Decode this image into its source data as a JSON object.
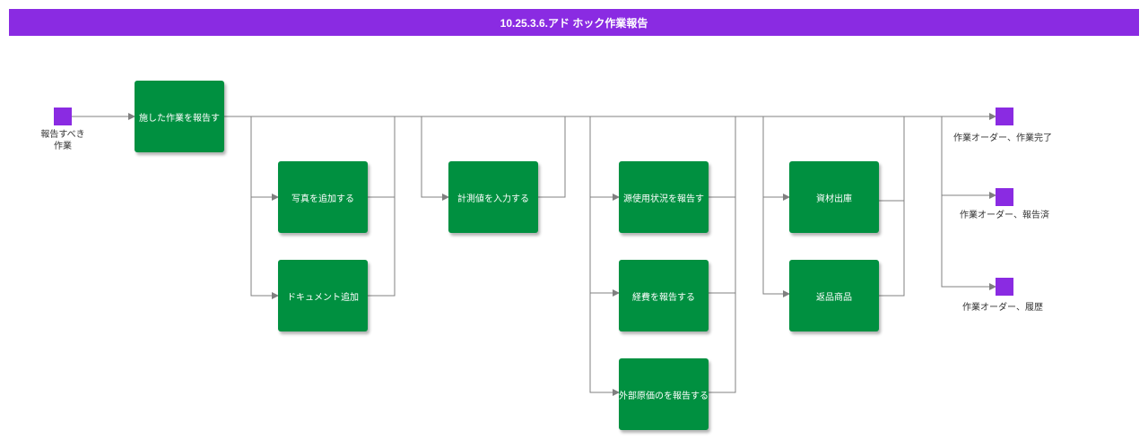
{
  "title": "10.25.3.6.アド ホック作業報告",
  "colors": {
    "title_bar": "#8a2be2",
    "task": "#009040",
    "terminal": "#8a2be2",
    "connector": "#808080"
  },
  "start_event": {
    "label_line1": "報告すべき",
    "label_line2": "作業"
  },
  "tasks": {
    "report_work": "施した作業を報告す",
    "add_photo": "写真を追加する",
    "add_document": "ドキュメント追加",
    "enter_measurement": "計測値を入力する",
    "report_resource": "源使用状況を報告す",
    "report_expense": "経費を報告する",
    "report_external_cost": "外部原価のを報告する",
    "material_issue": "資材出庫",
    "return_goods": "返品商品"
  },
  "end_events": {
    "completed": "作業オーダー、作業完了",
    "reported": "作業オーダー、報告済",
    "history": "作業オーダー、履歴"
  }
}
